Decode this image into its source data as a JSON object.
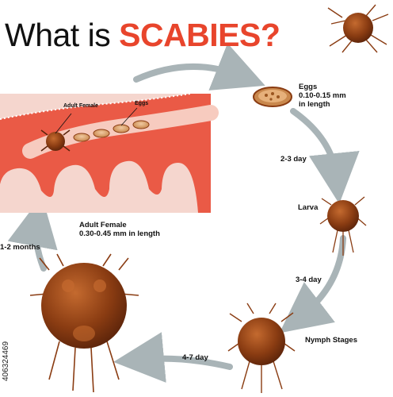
{
  "title": {
    "prefix": "What is",
    "highlight": "SCABIES?"
  },
  "colors": {
    "accent": "#e8452c",
    "arrow": "#a9b4b7",
    "mite": "#8a3c12",
    "skin": "#ea5a46",
    "skin_panel": "#f5d6ce"
  },
  "skin_panel": {
    "adult_female_label": "Adult Female",
    "eggs_label": "Eggs"
  },
  "stages": {
    "eggs": {
      "name": "Eggs",
      "size": "0.10-0.15 mm",
      "unit": "in length"
    },
    "larva": {
      "name": "Larva"
    },
    "nymph": {
      "name": "Nymph Stages"
    },
    "adult": {
      "name": "Adult Female",
      "size": "0.30-0.45 mm in length"
    }
  },
  "durations": {
    "eggs_to_larva": "2-3 day",
    "larva_to_nymph": "3-4 day",
    "nymph_to_adult": "4-7 day",
    "adult_to_eggs": "1-2 months"
  },
  "watermark_id": "406324469",
  "icons": [
    "mite-icon",
    "egg-icon",
    "larva-icon",
    "nymph-icon",
    "adult-mite-icon"
  ]
}
